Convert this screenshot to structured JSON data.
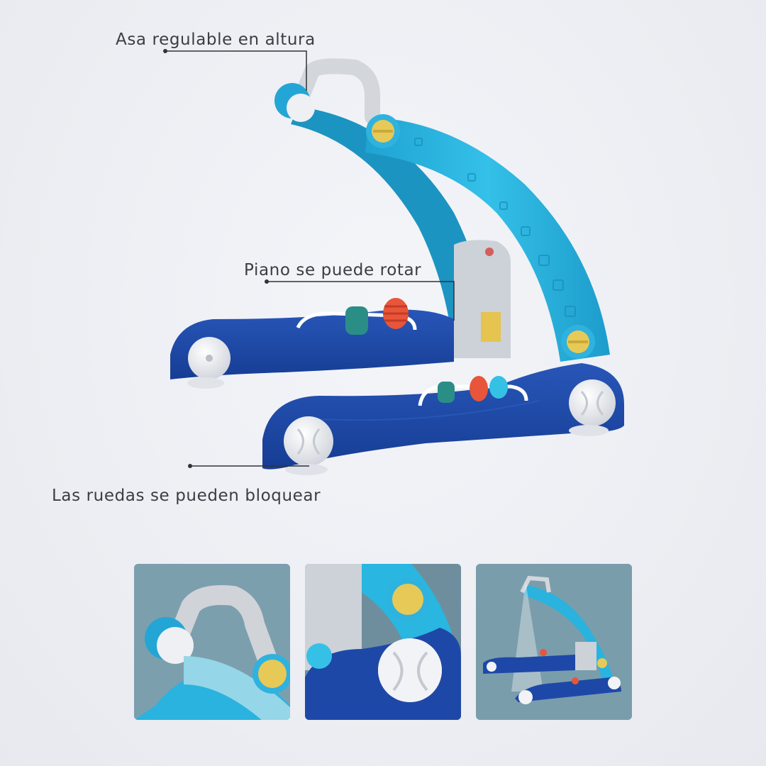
{
  "callouts": {
    "handle": "Asa regulable en altura",
    "piano": "Piano se puede rotar",
    "wheels": "Las ruedas se pueden bloquear"
  },
  "colors": {
    "background": "#eceef3",
    "leader_line": "#2f3238",
    "arch_blue": "#29b6e0",
    "base_navy": "#1e48a8",
    "knob_yellow": "#e7c957",
    "handle_grey": "#d3d6db",
    "thumb_bg": "#7b9eae"
  },
  "thumbnails": [
    {
      "subject": "handle-closeup"
    },
    {
      "subject": "wheel-closeup"
    },
    {
      "subject": "folded-walker"
    }
  ]
}
